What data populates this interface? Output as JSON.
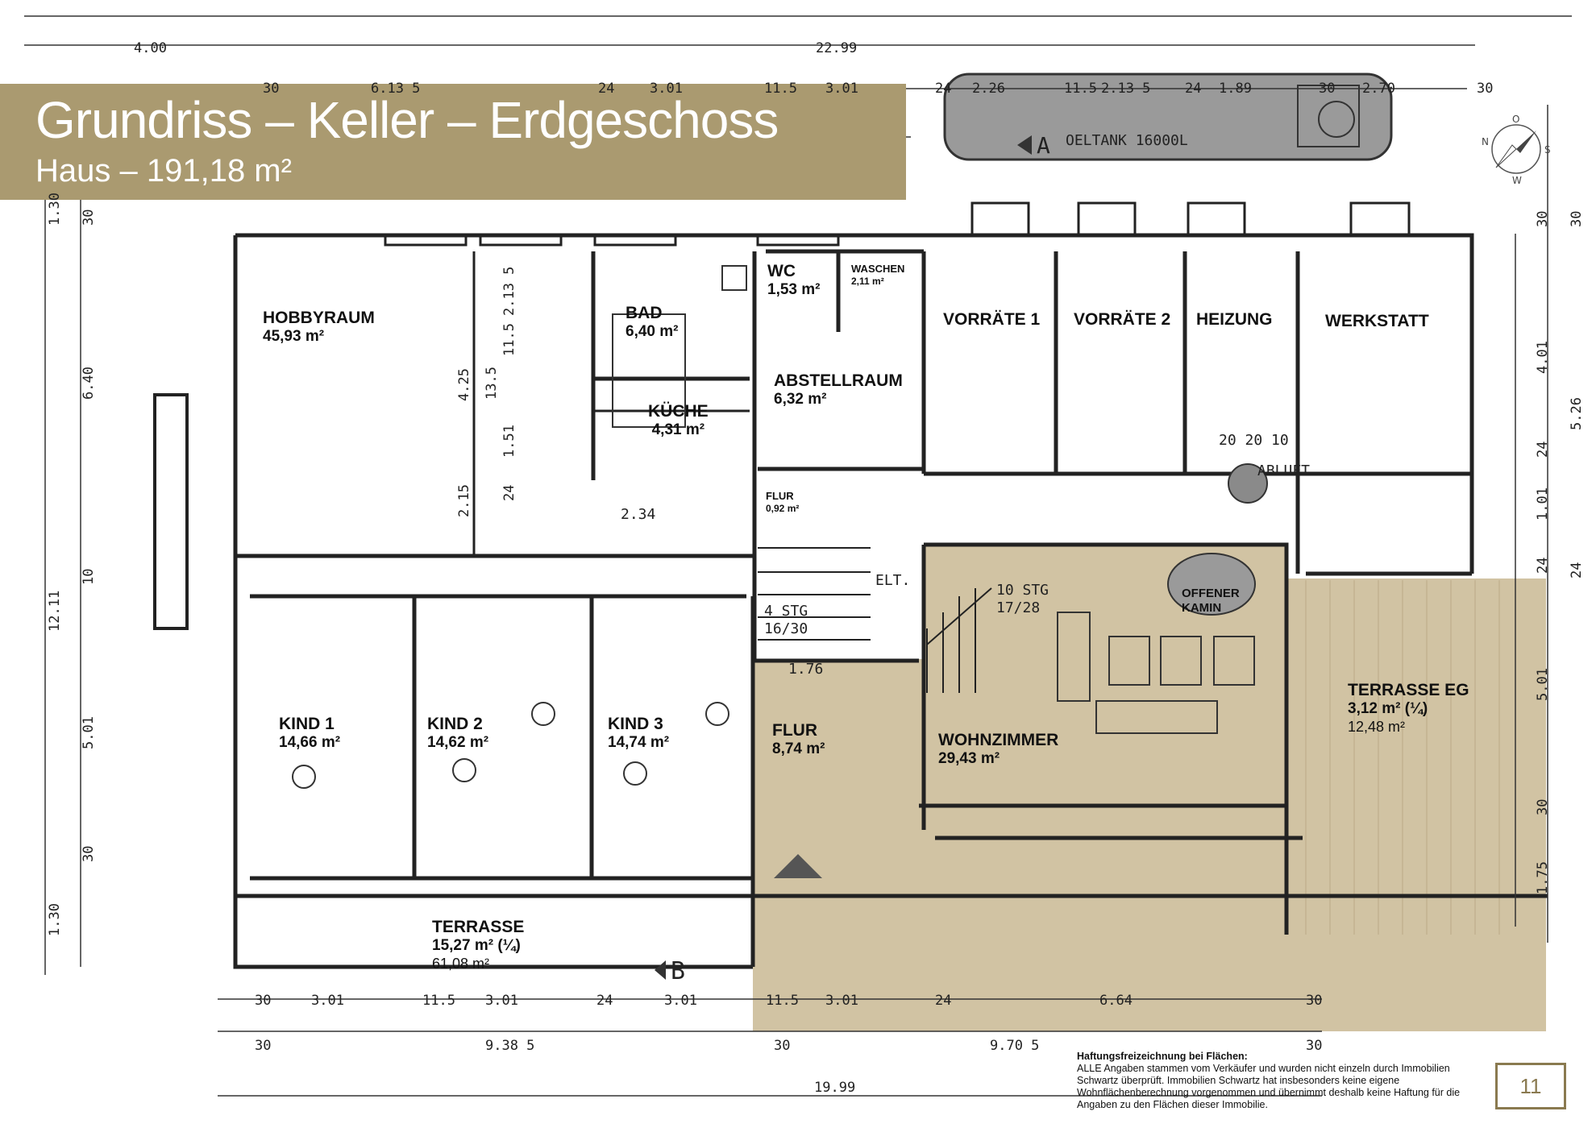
{
  "title": {
    "main": "Grundriss – Keller – Erdgeschoss",
    "sub": "Haus – 191,18 m²"
  },
  "rooms": [
    {
      "key": "hobbyraum",
      "name": "HOBBYRAUM",
      "area": "45,93 m²"
    },
    {
      "key": "bad",
      "name": "BAD",
      "area": "6,40 m²"
    },
    {
      "key": "wc",
      "name": "WC",
      "area": "1,53 m²"
    },
    {
      "key": "waschen",
      "name": "WASCHEN",
      "area": "2,11 m²"
    },
    {
      "key": "abstellraum",
      "name": "ABSTELLRAUM",
      "area": "6,32 m²"
    },
    {
      "key": "kueche",
      "name": "KÜCHE",
      "area": "4,31 m²"
    },
    {
      "key": "flur_small",
      "name": "FLUR",
      "area": "0,92 m²"
    },
    {
      "key": "vorraete1",
      "name": "VORRÄTE 1",
      "area": ""
    },
    {
      "key": "vorraete2",
      "name": "VORRÄTE 2",
      "area": ""
    },
    {
      "key": "heizung",
      "name": "HEIZUNG",
      "area": ""
    },
    {
      "key": "werkstatt",
      "name": "WERKSTATT",
      "area": ""
    },
    {
      "key": "kind1",
      "name": "KIND 1",
      "area": "14,66 m²"
    },
    {
      "key": "kind2",
      "name": "KIND 2",
      "area": "14,62 m²"
    },
    {
      "key": "kind3",
      "name": "KIND 3",
      "area": "14,74 m²"
    },
    {
      "key": "flur",
      "name": "FLUR",
      "area": "8,74 m²"
    },
    {
      "key": "wohnzimmer",
      "name": "WOHNZIMMER",
      "area": "29,43 m²"
    },
    {
      "key": "terrasse_eg",
      "name": "TERRASSE EG",
      "area": "3,12 m² (¼)",
      "area_full": "12,48 m²"
    },
    {
      "key": "terrasse",
      "name": "TERRASSE",
      "area": "15,27 m² (¼)",
      "area_full": "61,08 m²"
    },
    {
      "key": "kamin",
      "name": "OFFENER KAMIN",
      "area": ""
    }
  ],
  "plan_notes": {
    "oeltank": "OELTANK 16000L",
    "section_a": "A",
    "section_b": "B",
    "stairs_10": "10 STG",
    "stairs_10_rise": "17/28",
    "stairs_4": "4 STG",
    "stairs_4_rise": "16/30",
    "elt": "ELT.",
    "abluft": "ABLUFT",
    "chimney_dims": "20 20 10",
    "level_176": "1.76",
    "level_234": "2.34"
  },
  "dimensions": {
    "top_total": "22.99",
    "top_left": "4.00",
    "top_row": [
      "30",
      "6.13 5",
      "24",
      "3.01",
      "11.5",
      "3.01",
      "24",
      "2.26",
      "11.5",
      "2.13 5",
      "24",
      "1.89",
      "30",
      "2.70",
      "30"
    ],
    "left_outer": [
      "1.30",
      "6.40",
      "12.11",
      "5.01",
      "1.30"
    ],
    "left_inner": [
      "30",
      "10",
      "30"
    ],
    "right_outer": [
      "30",
      "5.26",
      "24"
    ],
    "right_inner": [
      "30",
      "4.01",
      "24",
      "1.01",
      "24",
      "5.01",
      "30",
      "1.75"
    ],
    "bottom_row1": [
      "30",
      "3.01",
      "11.5",
      "3.01",
      "24",
      "3.01",
      "11.5",
      "3.01",
      "24",
      "6.64",
      "30"
    ],
    "bottom_row2": [
      "30",
      "9.38 5",
      "30",
      "9.70 5",
      "30"
    ],
    "bottom_total": "19.99",
    "interior": [
      "4.25",
      "2.15",
      "2.13 5",
      "13.5",
      "11.5",
      "1.51",
      "24"
    ]
  },
  "disclaimer": {
    "heading": "Haftungsfreizeichnung bei Flächen:",
    "body": "ALLE Angaben stammen vom Verkäufer und wurden nicht einzeln durch Immobilien Schwartz überprüft. Immobilien Schwartz hat insbesonders keine eigene Wohnflächenberechnung vorgenommen und übernimmt deshalb keine Haftung für die Angaben zu den Flächen dieser Immobilie."
  },
  "compass": {
    "n": "N",
    "o": "O",
    "s": "S",
    "w": "W"
  },
  "page_number": "11",
  "colors": {
    "highlight": "#c9b993",
    "banner": "#aa9a70",
    "frame": "#8a7a50"
  }
}
